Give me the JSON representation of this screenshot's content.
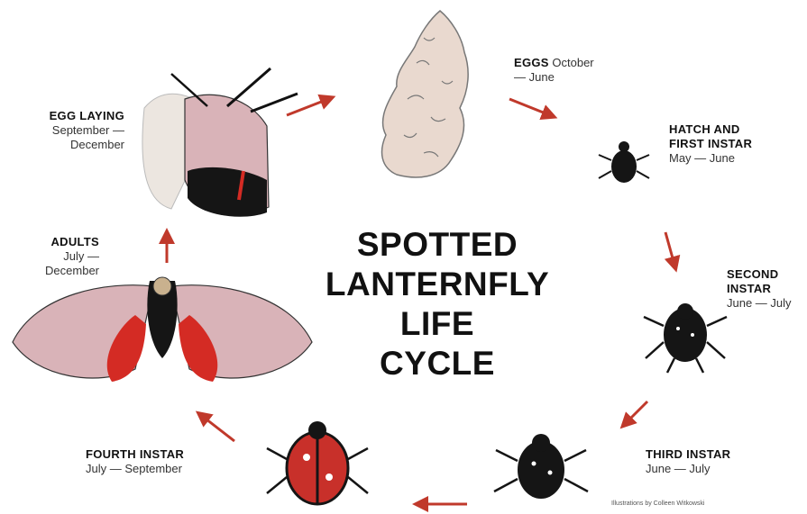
{
  "title_lines": [
    "SPOTTED",
    "LANTERNFLY",
    "LIFE",
    "CYCLE"
  ],
  "stages": {
    "eggs": {
      "name": "EGGS",
      "range_a": "October",
      "range_b": "— June"
    },
    "hatch": {
      "name_a": "HATCH AND",
      "name_b": "FIRST INSTAR",
      "range": "May — June"
    },
    "second": {
      "name_a": "SECOND",
      "name_b": "INSTAR",
      "range": "June — July"
    },
    "third": {
      "name": "THIRD INSTAR",
      "range": "June — July"
    },
    "fourth": {
      "name": "FOURTH INSTAR",
      "range": "July — September"
    },
    "adults": {
      "name": "ADULTS",
      "range_a": "July —",
      "range_b": "December"
    },
    "egg_laying": {
      "name": "EGG LAYING",
      "range_a": "September —",
      "range_b": "December"
    }
  },
  "credit": "Illustrations by Colleen Witkowski",
  "colors": {
    "arrow": "#c0392b",
    "egg_mass": "#e9d9cf",
    "nymph_black": "#151515",
    "nymph_red": "#c8302a",
    "wing_pink": "#d9b3b8",
    "wing_red": "#d42b24"
  }
}
